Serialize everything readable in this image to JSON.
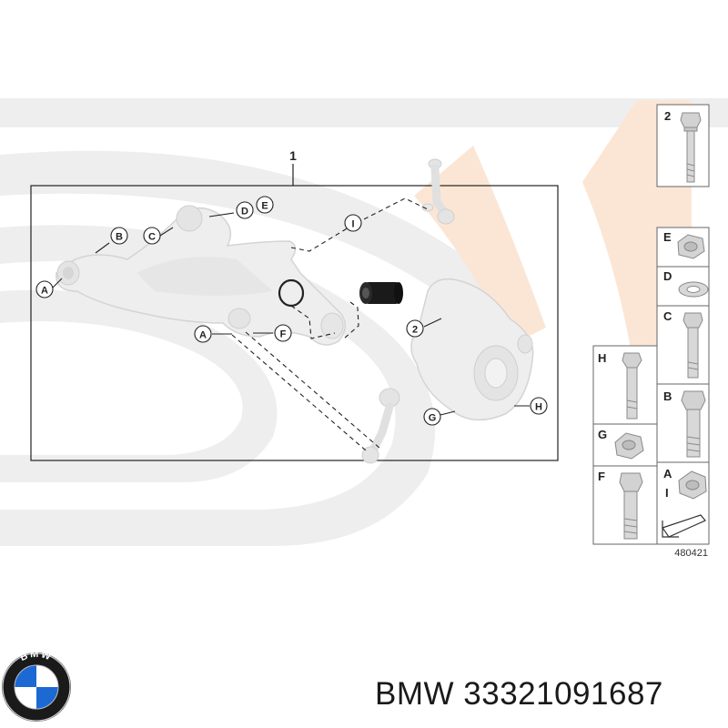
{
  "diagram": {
    "main_label": "1",
    "callouts": [
      "A",
      "B",
      "C",
      "D",
      "E",
      "I",
      "A",
      "F",
      "2",
      "G",
      "H"
    ],
    "sidebar_labels": {
      "part2": "2",
      "E": "E",
      "D": "D",
      "C": "C",
      "H": "H",
      "B": "B",
      "G": "G",
      "F": "F",
      "A": "A",
      "I": "I"
    },
    "drawing_number": "480421"
  },
  "brand": {
    "logo_letters": "BMW"
  },
  "part_title": "BMW 33321091687",
  "colors": {
    "watermark_gray": "#eeeeee",
    "watermark_peach": "#fbe6d5",
    "line": "#222222",
    "bmw_blue": "#1c69d4"
  }
}
